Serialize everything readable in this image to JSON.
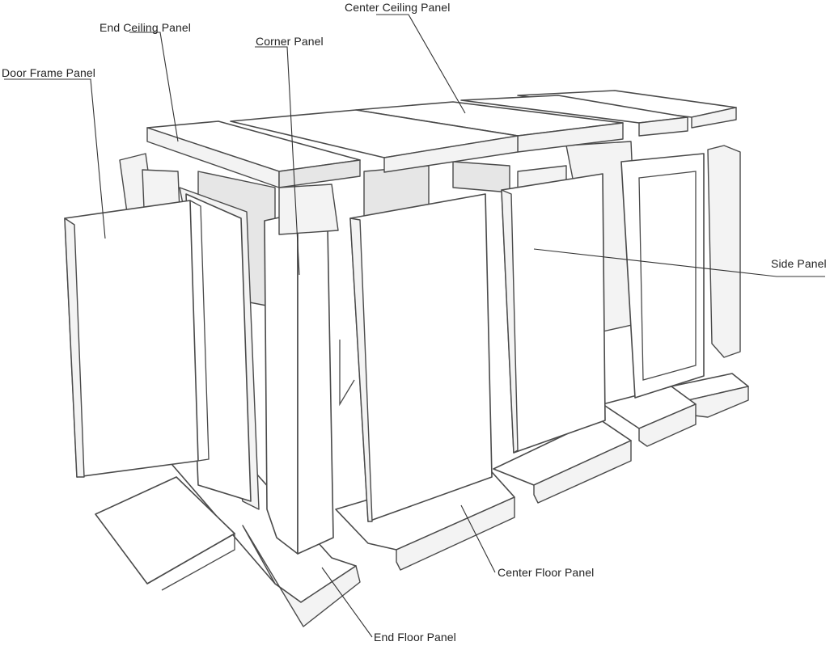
{
  "labels": {
    "center_ceiling": "Center Ceiling Panel",
    "end_ceiling": "End Ceiling Panel",
    "corner": "Corner Panel",
    "door_frame": "Door Frame Panel",
    "side": "Side Panel",
    "center_floor": "Center Floor Panel",
    "end_floor": "End Floor Panel"
  },
  "colors": {
    "line": "#4a4a4a",
    "background": "#ffffff"
  }
}
